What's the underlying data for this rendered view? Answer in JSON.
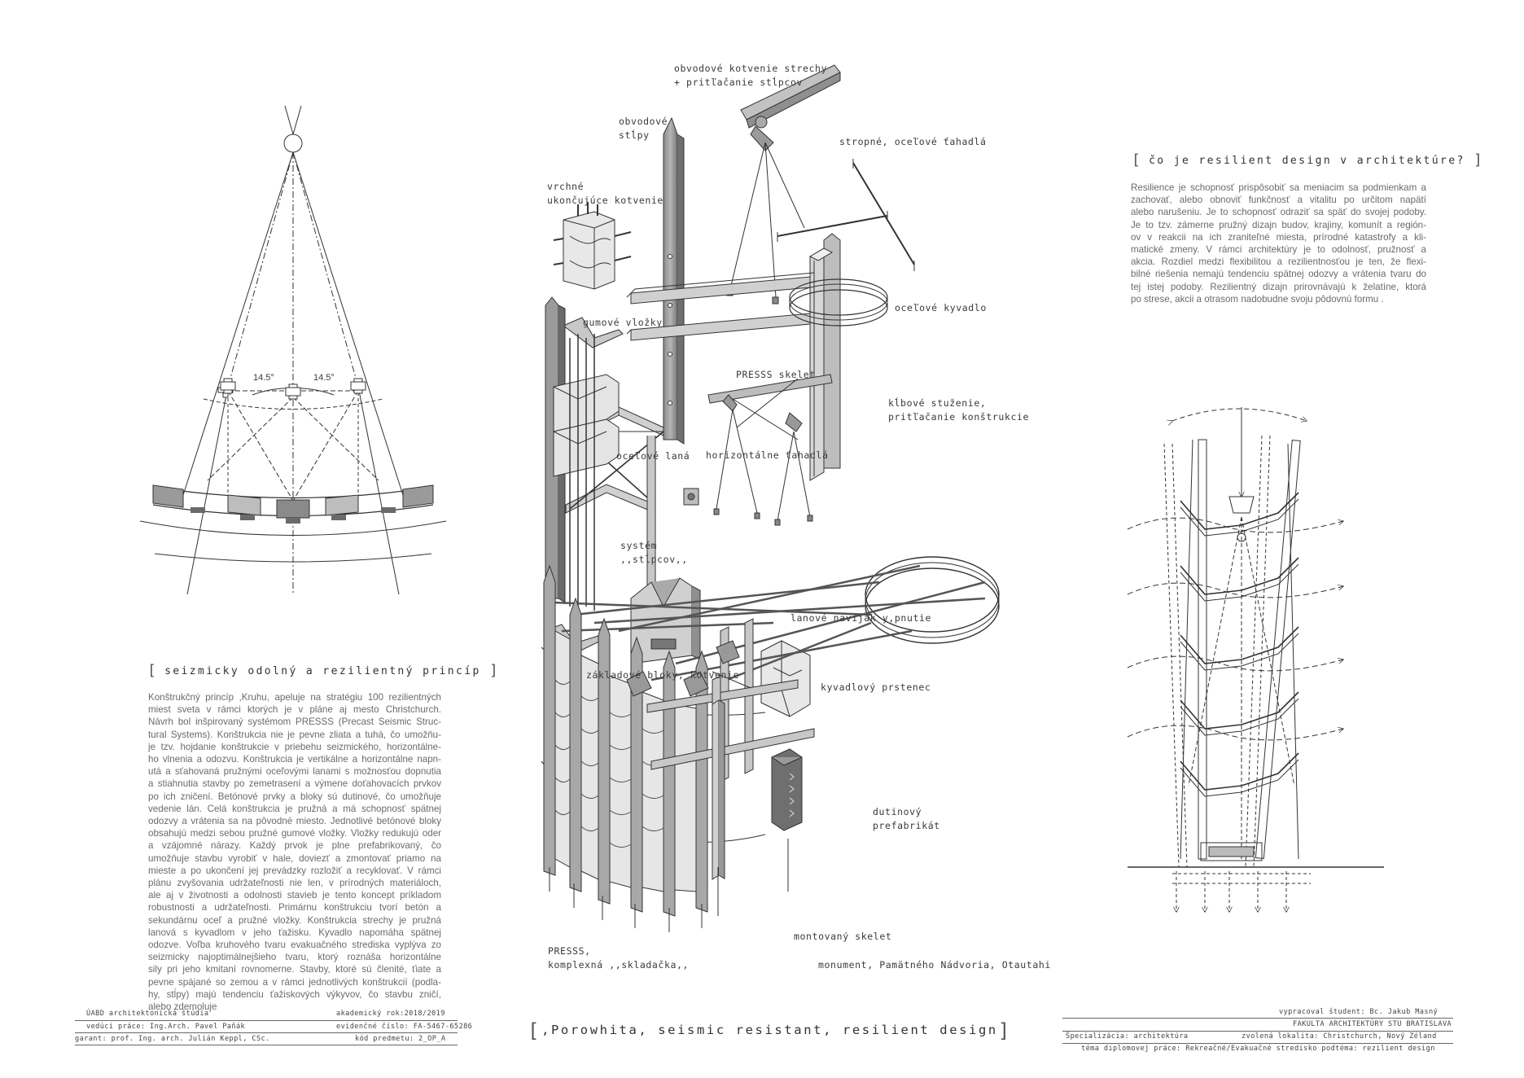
{
  "left": {
    "angle_left": "14.5°",
    "angle_right": "14.5°",
    "heading": "seizmicky odolný a rezilientný princíp",
    "paragraph_lines": [
      "Konštrukčný princíp ,Kruhu, apeluje na stratégiu 100 rezilientných",
      "miest sveta v rámci ktorých je v pláne aj mesto Christchurch.",
      "Návrh bol inšpirovaný systémom PRESSS (Precast Seismic Struc-",
      "tural Systems). Konštrukcia nie je pevne zliata a tuhá, čo umožňu-",
      "je tzv. hojdanie konštrukcie v priebehu seizmického, horizontálne-",
      "ho vlnenia a odozvu. Konštrukcia je vertikálne a horizontálne napn-",
      "utá a sťahovaná pružnými oceľovými lanami s možnosťou dopnutia",
      "a stiahnutia stavby po zemetrasení a výmene doťahovacích prvkov",
      "po ich zničení. Betónové prvky a bloky sú dutinové, čo umožňuje",
      "vedenie lán. Celá konštrukcia je pružná a má schopnosť spätnej",
      "odozvy a vrátenia sa na pôvodné miesto. Jednotlivé betónové bloky",
      "obsahujú medzi sebou pružné gumové vložky. Vložky redukujú oder",
      "a vzájomné nárazy. Každý prvok je plne prefabrikovaný, čo",
      "umožňuje stavbu vyrobiť v hale, doviezť a zmontovať priamo na",
      "mieste a po ukončení jej prevádzky rozložiť a recyklovať. V rámci",
      "plánu zvyšovania udržateľnosti nie len, v prírodných materiáloch,",
      "ale aj v životnosti a odolnosti stavieb je tento koncept príkladom",
      "robustnosti a udržateľnosti. Primárnu konštrukciu tvorí betón a",
      "sekundárnu oceľ a pružné vložky. Konštrukcia strechy je pružná",
      "lanová s kyvadlom v jeho ťažisku. Kyvadlo napomáha spätnej",
      "odozve. Voľba kruhového tvaru evakuačného strediska vyplýva zo",
      "seizmicky najoptimálnejšieho tvaru, ktorý roznáša horizontálne",
      "sily pri jeho kmitaní rovnomerne. Stavby, ktoré sú členité, ťiate a",
      "pevne spájané so zemou a v rámci jednotlivých konštrukcií (podla-",
      "hy, stĺpy) majú tendenciu ťažiskových výkyvov, čo stavbu zničí,",
      "alebo zdemoluje"
    ]
  },
  "center": {
    "labels": {
      "obvod_kotvenie": "obvodové kotvenie strechy\n+ pritľačanie stĺpcov",
      "obvod_stlpy": "obvodové\nstĺpy",
      "stropne": "stropné, oceľové ťahadlá",
      "vrchne": "vrchné\nukončujúce kotvenie",
      "gumove": "gumové vložky",
      "presss_skelet": "PRESSS skelet",
      "ocelove_kyvadlo": "oceľové kyvadlo",
      "kibove": "kĺbové stuženie,\npritľačanie konštrukcie",
      "ocelove_lana": "oceľové laná",
      "horizontalne": "horizontálne ťahadlá",
      "system": "systém\n,,stĺpcov,,",
      "lanove": "lanové naviják y,pnutie",
      "zakladove": "základové bloky, kotvenie",
      "kyvadlovy": "kyvadlový prstenec",
      "dutinovy": "dutinový\nprefabrikát",
      "montovany": "montovaný skelet",
      "presss_komplex": "PRESSS,\nkomplexná ,,skladačka,,",
      "monument": "monument, Pamätného Nádvoria, Otautahi"
    },
    "title": ",Porowhita, seismic resistant, resilient design"
  },
  "right": {
    "heading": "čo je  resilient design v architektúre?",
    "paragraph_lines": [
      "Resilience je schopnosť prispôsobiť sa meniacim sa podmienkam a",
      "zachovať, alebo obnoviť funkčnosť a vitalitu po určitom napätí",
      "alebo narušeniu. Je to schopnosť odraziť sa späť do svojej podoby.",
      "Je to tzv. zámerne pružný dizajn budov, krajiny, komunít a región-",
      "ov v reakcii na ich zraniteľné miesta, prírodné katastrofy a kli-",
      "matické zmeny. V rámci architektúry je to odolnosť, pružnosť a",
      "akcia. Rozdiel medzi flexibilitou a rezilientnosťou je ten, že flexi-",
      "bilné riešenia nemajú tendenciu spätnej odozvy a vrátenia tvaru do",
      "tej istej podoby. Rezilientný dizajn prirovnávajú k želatíne, ktorá",
      "po strese, akcii a otrasom nadobudne svoju pôdovnú formu ."
    ]
  },
  "footer_left": {
    "r1a": "ÚABD  architektonická štúdia",
    "r1b": "akademický rok:2018/2019",
    "r2a": "vedúci práce:  Ing.Arch. Pavel Paňák",
    "r2b": "evidenčné číslo: FA-5467-65286",
    "r3a": "garant: prof. Ing. arch. Julián Keppl, CSc.",
    "r3b": "kód predmetu: 2_OP_A"
  },
  "footer_right": {
    "r1": "vypracoval študent: Bc. Jakub Masný",
    "r2": "FAKULTA ARCHITEKTÚRY STU BRATISLAVA",
    "r3a": "Špecializácia:  architektúra",
    "r3b": "zvolená lokalita: Christchurch, Nový Zéland",
    "r4": "téma diplomovej práce: Rekreačné/Evakuačné stredisko  podtéma: rezilient design"
  }
}
